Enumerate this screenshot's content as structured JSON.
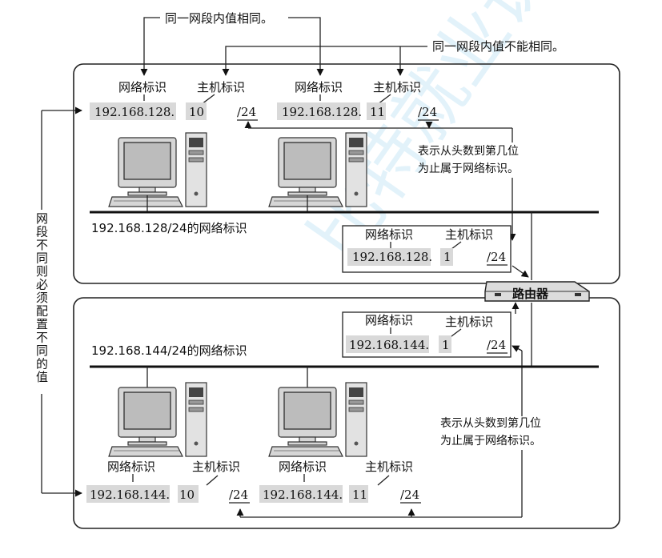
{
  "top_annotation_same": "同一网段内值相同。",
  "top_annotation_diff": "同一网段内值不能相同。",
  "side_note": "网段不同则必须配置不同的值",
  "side_note_chars": [
    "网",
    "段",
    "不",
    "同",
    "则",
    "必",
    "须",
    "配",
    "置",
    "不",
    "同",
    "的",
    "值"
  ],
  "net_label": "网络标识",
  "host_label": "主机标识",
  "prefix": "/24",
  "desc_line1": "表示从头数到第几位",
  "desc_line2": "为止属于网络标识。",
  "router_label": "路由器",
  "watermark": "比特就业课",
  "top_network": {
    "caption": "192.168.128/24的网络标识",
    "host1": {
      "net": "192.168.128.",
      "host": "10"
    },
    "host2": {
      "net": "192.168.128.",
      "host": "11"
    },
    "router_if": {
      "net": "192.168.128.",
      "host": "1"
    }
  },
  "bottom_network": {
    "caption": "192.168.144/24的网络标识",
    "host1": {
      "net": "192.168.144.",
      "host": "10"
    },
    "host2": {
      "net": "192.168.144.",
      "host": "11"
    },
    "router_if": {
      "net": "192.168.144.",
      "host": "1"
    }
  }
}
